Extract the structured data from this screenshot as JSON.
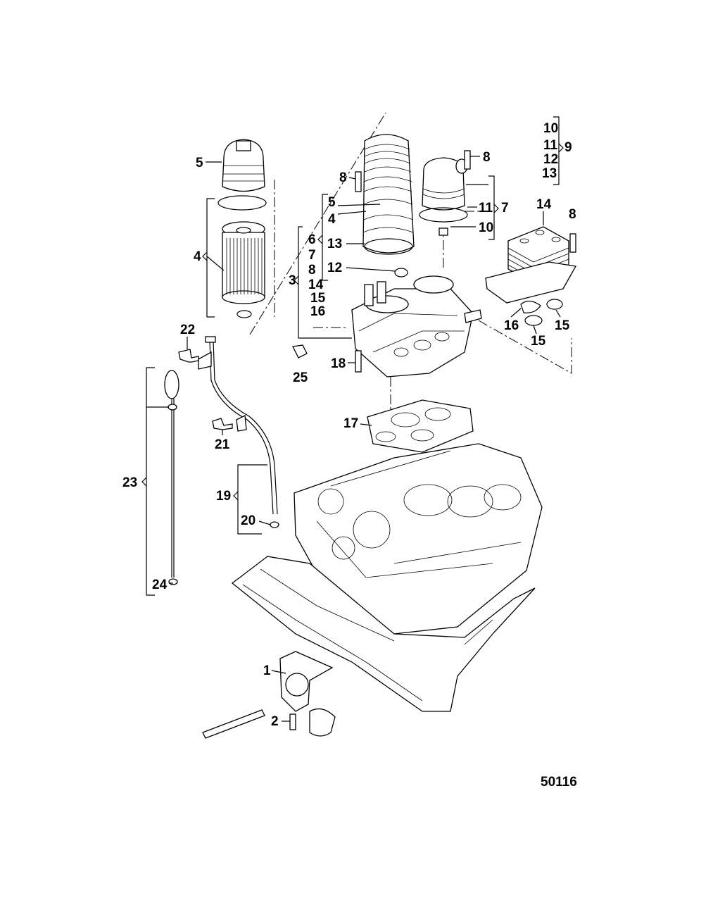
{
  "diagram": {
    "reference_number": "50116",
    "callouts": [
      {
        "id": "c1",
        "text": "1"
      },
      {
        "id": "c2",
        "text": "2"
      },
      {
        "id": "c3",
        "text": "3"
      },
      {
        "id": "c4a",
        "text": "4"
      },
      {
        "id": "c4b",
        "text": "4"
      },
      {
        "id": "c5a",
        "text": "5"
      },
      {
        "id": "c5b",
        "text": "5"
      },
      {
        "id": "c6",
        "text": "6"
      },
      {
        "id": "c7a",
        "text": "7"
      },
      {
        "id": "c7b",
        "text": "7"
      },
      {
        "id": "c8a",
        "text": "8"
      },
      {
        "id": "c8b",
        "text": "8"
      },
      {
        "id": "c8c",
        "text": "8"
      },
      {
        "id": "c8d",
        "text": "8"
      },
      {
        "id": "c9",
        "text": "9"
      },
      {
        "id": "c10a",
        "text": "10"
      },
      {
        "id": "c10b",
        "text": "10"
      },
      {
        "id": "c11a",
        "text": "11"
      },
      {
        "id": "c11b",
        "text": "11"
      },
      {
        "id": "c12a",
        "text": "12"
      },
      {
        "id": "c12b",
        "text": "12"
      },
      {
        "id": "c13a",
        "text": "13"
      },
      {
        "id": "c13b",
        "text": "13"
      },
      {
        "id": "c14a",
        "text": "14"
      },
      {
        "id": "c14b",
        "text": "14"
      },
      {
        "id": "c15a",
        "text": "15"
      },
      {
        "id": "c15b",
        "text": "15"
      },
      {
        "id": "c15c",
        "text": "15"
      },
      {
        "id": "c16a",
        "text": "16"
      },
      {
        "id": "c16b",
        "text": "16"
      },
      {
        "id": "c17",
        "text": "17"
      },
      {
        "id": "c18",
        "text": "18"
      },
      {
        "id": "c19",
        "text": "19"
      },
      {
        "id": "c20",
        "text": "20"
      },
      {
        "id": "c21",
        "text": "21"
      },
      {
        "id": "c22",
        "text": "22"
      },
      {
        "id": "c23",
        "text": "23"
      },
      {
        "id": "c24",
        "text": "24"
      },
      {
        "id": "c25",
        "text": "25"
      }
    ]
  }
}
